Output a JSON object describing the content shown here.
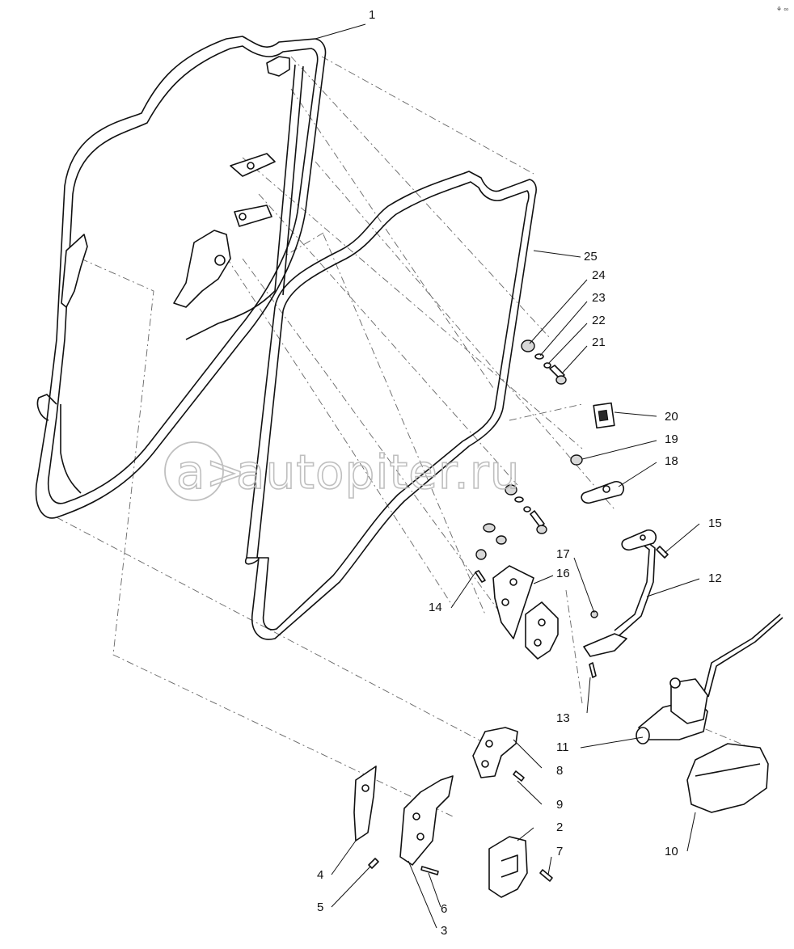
{
  "diagram": {
    "watermark": {
      "text": "autopiter.ru",
      "logo_glyph": "a>"
    },
    "corner_mark": "⚘ ∞",
    "callouts": [
      {
        "id": "1",
        "label": "1"
      },
      {
        "id": "2",
        "label": "2"
      },
      {
        "id": "3",
        "label": "3"
      },
      {
        "id": "4",
        "label": "4"
      },
      {
        "id": "5",
        "label": "5"
      },
      {
        "id": "6",
        "label": "6"
      },
      {
        "id": "7",
        "label": "7"
      },
      {
        "id": "8",
        "label": "8"
      },
      {
        "id": "9",
        "label": "9"
      },
      {
        "id": "10",
        "label": "10"
      },
      {
        "id": "11",
        "label": "11"
      },
      {
        "id": "12",
        "label": "12"
      },
      {
        "id": "13",
        "label": "13"
      },
      {
        "id": "14",
        "label": "14"
      },
      {
        "id": "15",
        "label": "15"
      },
      {
        "id": "16",
        "label": "16"
      },
      {
        "id": "17",
        "label": "17"
      },
      {
        "id": "18",
        "label": "18"
      },
      {
        "id": "19",
        "label": "19"
      },
      {
        "id": "20",
        "label": "20"
      },
      {
        "id": "21",
        "label": "21"
      },
      {
        "id": "22",
        "label": "22"
      },
      {
        "id": "23",
        "label": "23"
      },
      {
        "id": "24",
        "label": "24"
      },
      {
        "id": "25",
        "label": "25"
      }
    ]
  }
}
